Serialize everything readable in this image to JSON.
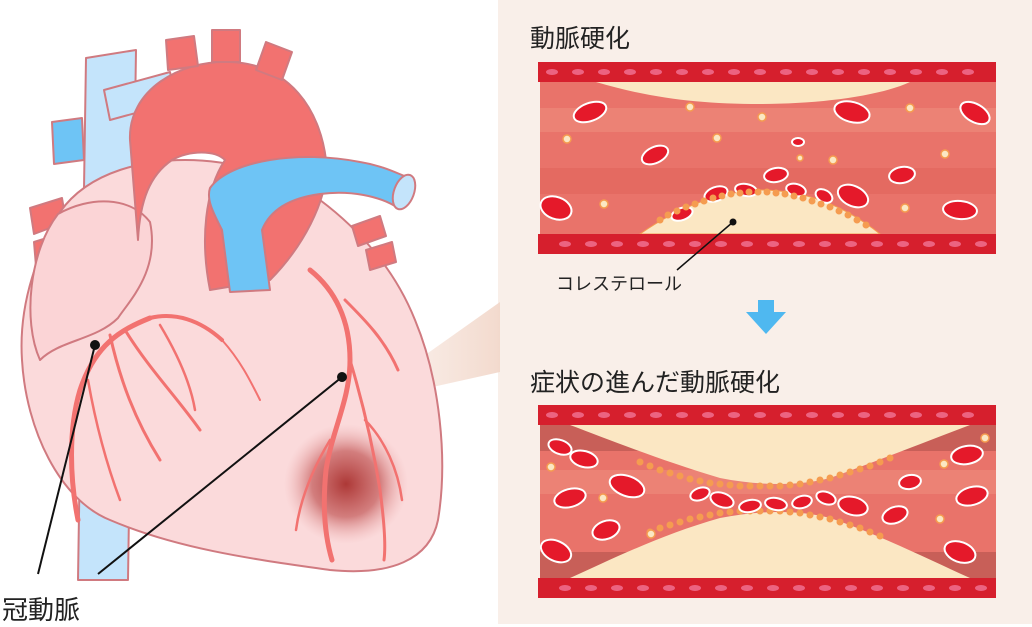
{
  "labels": {
    "top_title": "動脈硬化",
    "cholesterol": "コレステロール",
    "bottom_title": "症状の進んだ動脈硬化",
    "coronary_artery": "冠動脈"
  },
  "colors": {
    "panel_bg": "#f9efe9",
    "heart_fill": "#fbdadb",
    "heart_outline": "#d07a80",
    "artery_red": "#f27270",
    "vein_light_blue": "#c4e4fb",
    "vein_blue": "#6ec4f5",
    "vessel_wall": "#d61f2d",
    "lumen": "#e9736a",
    "plaque": "#fbe7c3",
    "cholesterol_dot": "#f59c50",
    "red_blood_cell": "#e5192a",
    "arrow": "#4fb8f0",
    "infarct": "#a9302e"
  }
}
